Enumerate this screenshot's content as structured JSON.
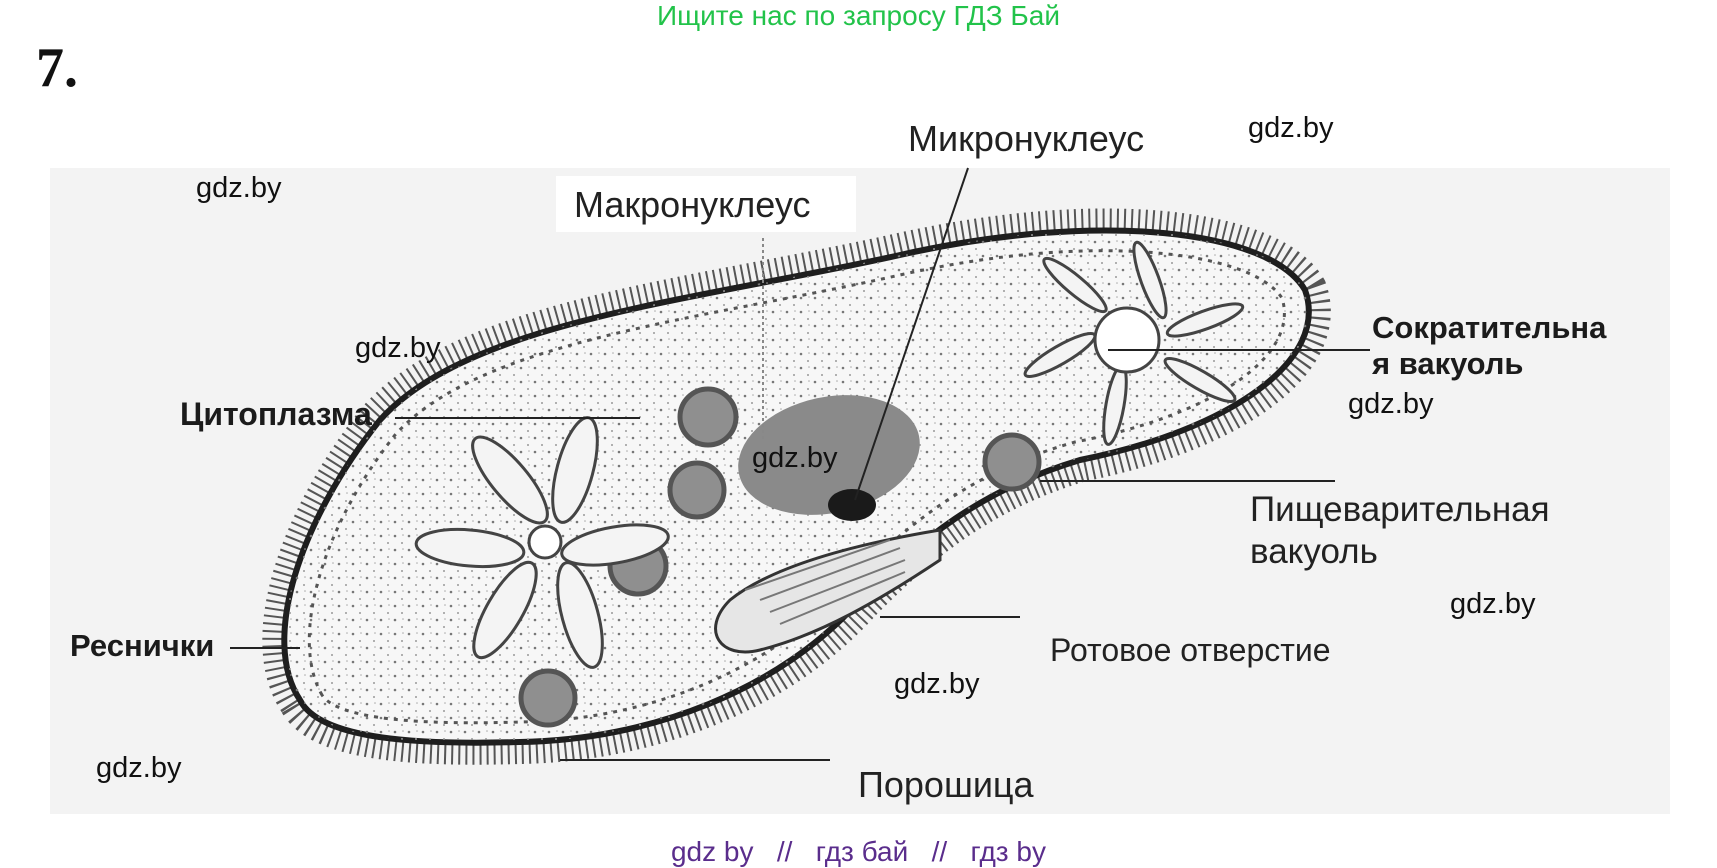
{
  "banner": "Ищите нас по запросу ГДЗ Бай",
  "task_number": "7.",
  "labels": {
    "micronucleus": "Микронуклеус",
    "macronucleus": "Макронуклеус",
    "cytoplasm": "Цитоплазма",
    "contractile_line1": "Сократительна",
    "contractile_line2": "я вакуоль",
    "digestive_line1": "Пищеварительная",
    "digestive_line2": "вакуоль",
    "cilia": "Реснички",
    "mouth": "Ротовое отверстие",
    "anal_pore": "Порошица"
  },
  "watermarks": [
    "gdz.by",
    "gdz.by",
    "gdz.by",
    "gdz.by",
    "gdz.by",
    "gdz.by",
    "gdz.by",
    "gdz.by"
  ],
  "footer": {
    "part1": "gdz by",
    "sep1": "//",
    "part2": "гдз бай",
    "sep2": "//",
    "part3": "гдз by"
  },
  "colors": {
    "banner": "#22c34a",
    "footer": "#5a2d8c",
    "macronucleus": "#8a8a8a",
    "micronucleus": "#1a1a1a"
  }
}
